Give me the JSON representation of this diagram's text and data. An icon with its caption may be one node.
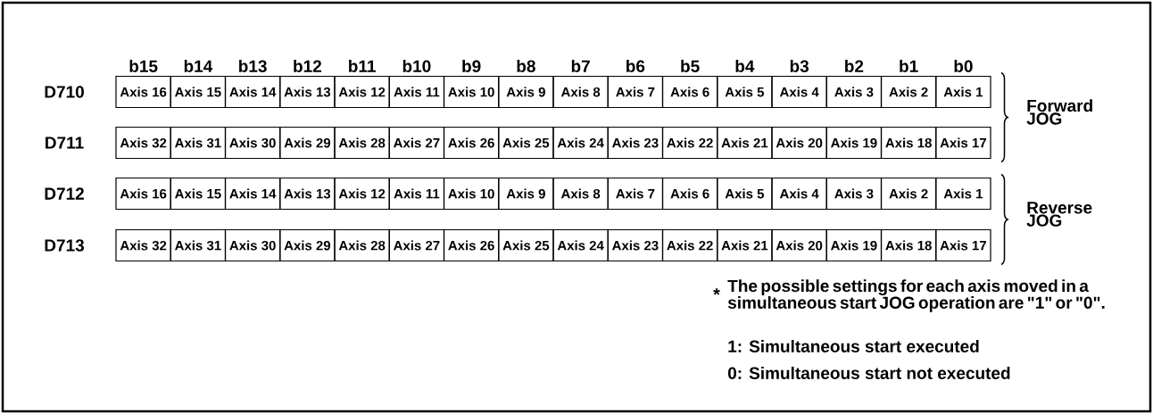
{
  "diagram": {
    "labels": [
      "b15",
      "b14",
      "b13",
      "b12",
      "b11",
      "b10",
      "b9",
      "b8",
      "b7",
      "b6",
      "b5",
      "b4",
      "b3",
      "b2",
      "b1",
      "b0",
      "D710",
      "Axis 16",
      "Axis 15",
      "Axis 14",
      "Axis 13",
      "Axis 12",
      "Axis 11",
      "Axis 10",
      "Axis 9",
      "Axis 8",
      "Axis 7",
      "Axis 6",
      "Axis 5",
      "Axis 4",
      "Axis 3",
      "Axis 2",
      "Axis 1",
      "D711",
      "Axis 32",
      "Axis 31",
      "Axis 30",
      "Axis 29",
      "Axis 28",
      "Axis 27",
      "Axis 26",
      "Axis 25",
      "Axis 24",
      "Axis 23",
      "Axis 22",
      "Axis 21",
      "Axis 20",
      "Axis 19",
      "Axis 18",
      "Axis 17",
      "D712",
      "Axis 16",
      "Axis 15",
      "Axis 14",
      "Axis 13",
      "Axis 12",
      "Axis 11",
      "Axis 10",
      "Axis 9",
      "Axis 8",
      "Axis 7",
      "Axis 6",
      "Axis 5",
      "Axis 4",
      "Axis 3",
      "Axis 2",
      "Axis 1",
      "D713",
      "Axis 32",
      "Axis 31",
      "Axis 30",
      "Axis 29",
      "Axis 28",
      "Axis 27",
      "Axis 26",
      "Axis 25",
      "Axis 24",
      "Axis 23",
      "Axis 22",
      "Axis 21",
      "Axis 20",
      "Axis 19",
      "Axis 18",
      "Axis 17",
      "Forward JOG",
      "Reverse JOG",
      "*",
      "The possible settings for each axis moved in a simultaneous start JOG operation are \"1\" or \"0\".",
      "1: Simultaneous start executed",
      "0: Simultaneous start not executed"
    ]
  }
}
